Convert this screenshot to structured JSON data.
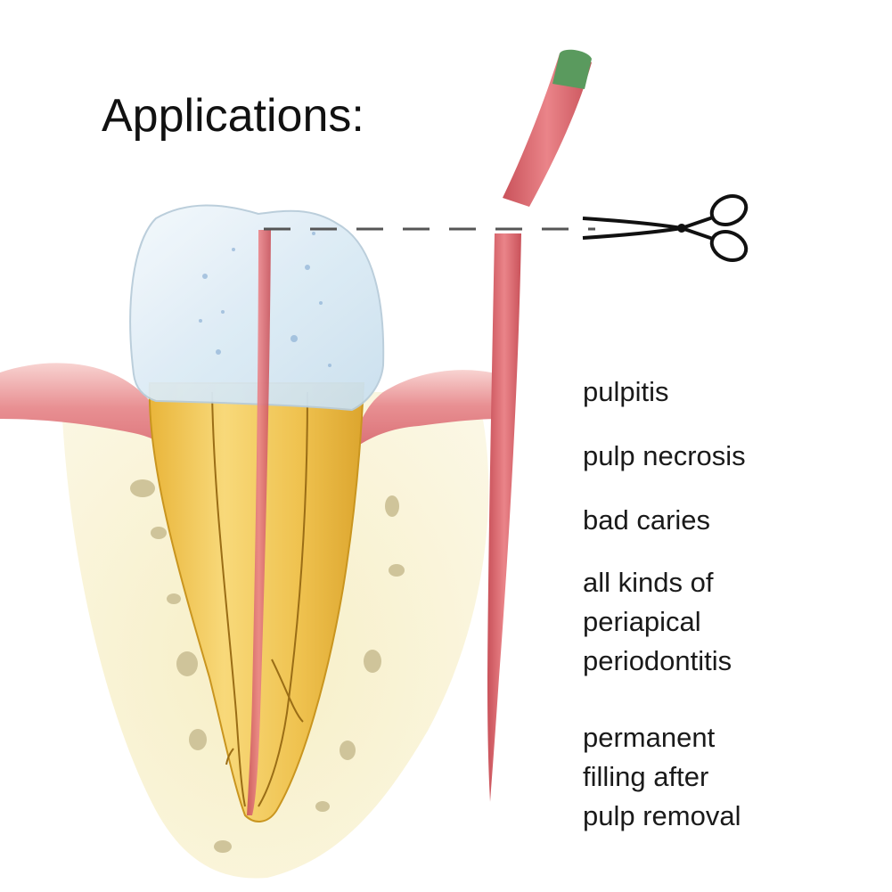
{
  "title": "Applications:",
  "applications": [
    [
      "pulpitis"
    ],
    [
      "pulp necrosis"
    ],
    [
      "bad caries"
    ],
    [
      "all kinds of",
      "periapical",
      "periodontitis"
    ],
    [
      "permanent",
      "filling after",
      "pulp removal"
    ]
  ],
  "colors": {
    "gum": "#e0868a",
    "gum_light": "#f4c4c2",
    "bone": "#f3e9b4",
    "root": "#e6b43c",
    "root_light": "#f6d77a",
    "enamel": "#dfeef7",
    "gutta_percha": "#df6b70",
    "gutta_cap": "#5a9a5e",
    "cut_line": "#555555"
  },
  "icons": [
    "scissors-icon"
  ]
}
